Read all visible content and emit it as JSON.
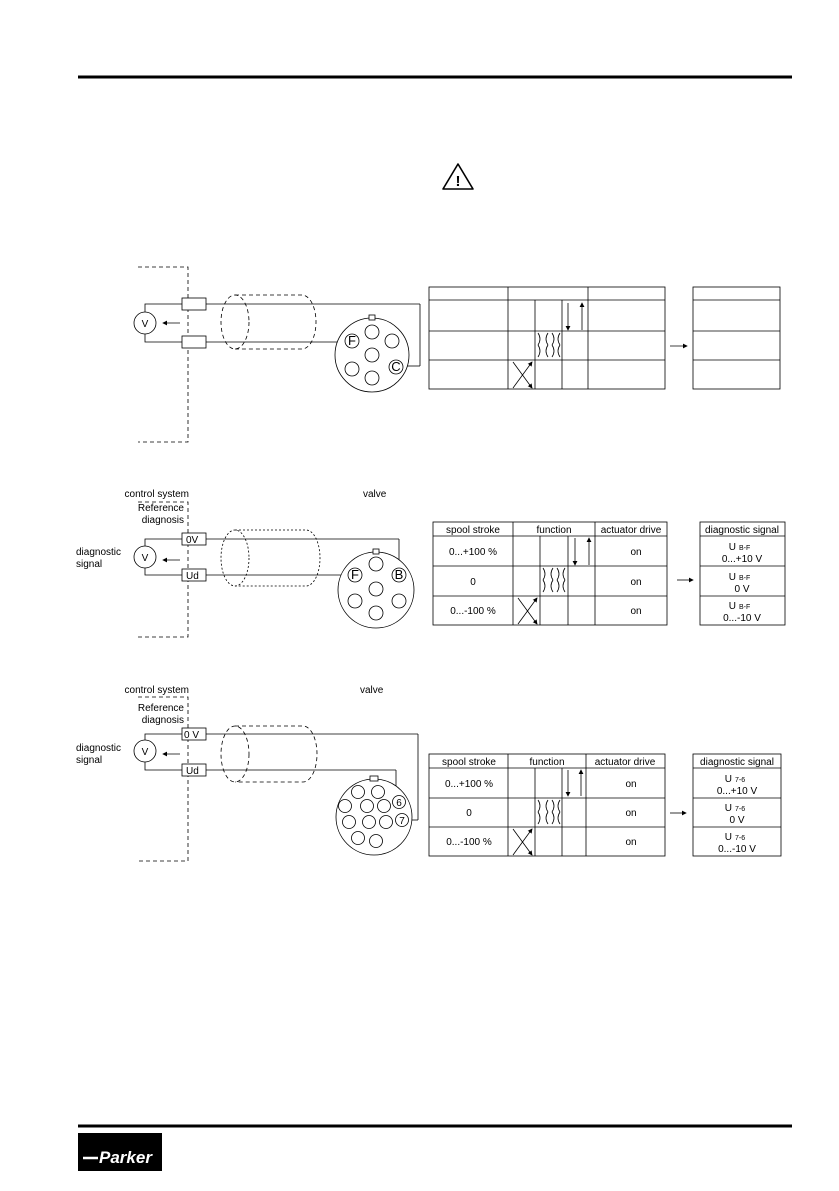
{
  "warning": {
    "icon": "warning-triangle-icon",
    "glyph": "!"
  },
  "diagram1": {
    "voltmeter": "V",
    "pins": {
      "f": "F",
      "c": "C"
    }
  },
  "diagram2": {
    "control_system": "control system",
    "valve": "valve",
    "reference_line1": "Reference",
    "reference_line2": "diagnosis",
    "diagnostic_line1": "diagnostic",
    "diagnostic_line2": "signal",
    "voltmeter": "V",
    "terminal_top": "0V",
    "terminal_bottom": "Ud",
    "pins": {
      "f": "F",
      "b": "B"
    },
    "table": {
      "headers": [
        "spool stroke",
        "function",
        "actuator drive"
      ],
      "rows": [
        {
          "stroke": "0...+100 %",
          "drive": "on"
        },
        {
          "stroke": "0",
          "drive": "on"
        },
        {
          "stroke": "0...-100 %",
          "drive": "on"
        }
      ]
    },
    "diag": {
      "header": "diagnostic signal",
      "rows": [
        {
          "u": "U",
          "sub": "B-F",
          "value": "0...+10 V"
        },
        {
          "u": "U",
          "sub": "B-F",
          "value": "0 V"
        },
        {
          "u": "U",
          "sub": "B-F",
          "value": "0...-10 V"
        }
      ]
    }
  },
  "diagram3": {
    "control_system": "control system",
    "valve": "valve",
    "reference_line1": "Reference",
    "reference_line2": "diagnosis",
    "diagnostic_line1": "diagnostic",
    "diagnostic_line2": "signal",
    "voltmeter": "V",
    "terminal_top": "0 V",
    "terminal_bottom": "Ud",
    "pins": {
      "six": "6",
      "seven": "7"
    },
    "table": {
      "headers": [
        "spool stroke",
        "function",
        "actuator drive"
      ],
      "rows": [
        {
          "stroke": "0...+100 %",
          "drive": "on"
        },
        {
          "stroke": "0",
          "drive": "on"
        },
        {
          "stroke": "0...-100 %",
          "drive": "on"
        }
      ]
    },
    "diag": {
      "header": "diagnostic signal",
      "rows": [
        {
          "u": "U",
          "sub": "7-6",
          "value": "0...+10 V"
        },
        {
          "u": "U",
          "sub": "7-6",
          "value": "0 V"
        },
        {
          "u": "U",
          "sub": "7-6",
          "value": "0...-10 V"
        }
      ]
    }
  },
  "footer": {
    "logo_text": "Parker"
  }
}
